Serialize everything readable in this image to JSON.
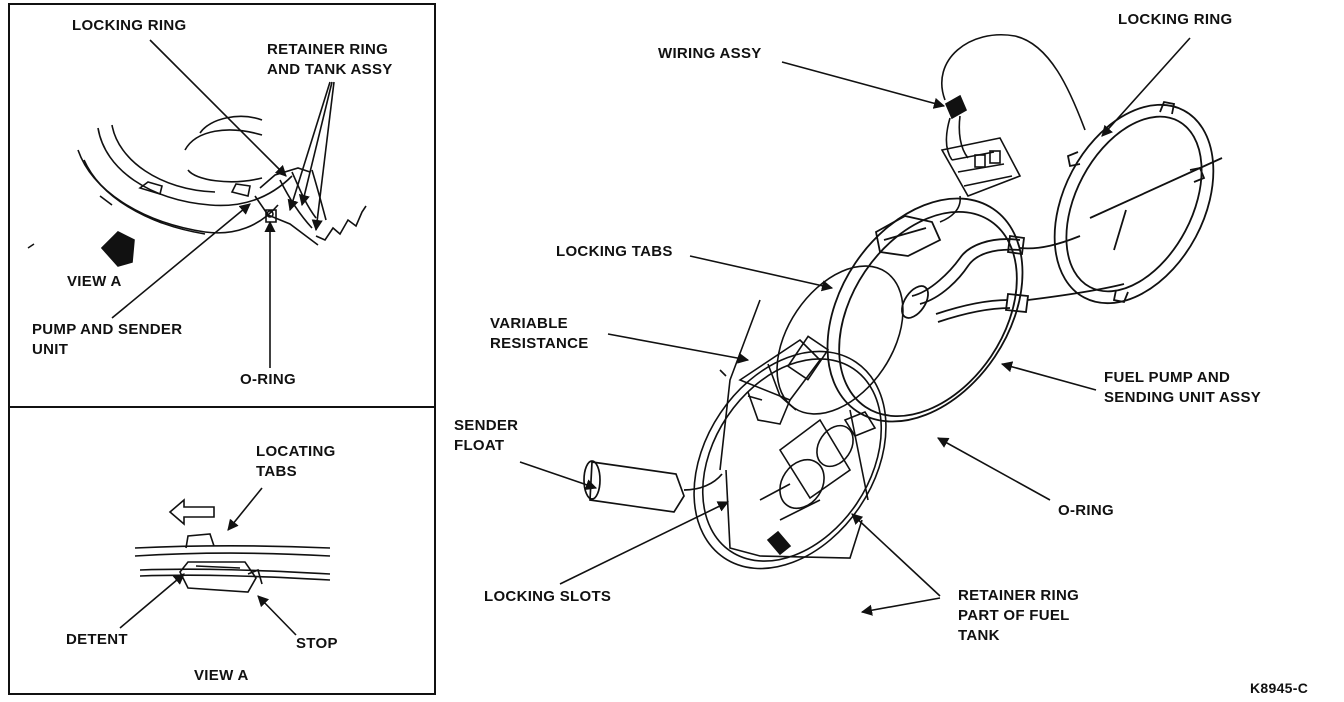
{
  "colors": {
    "ink": "#111111",
    "paper": "#ffffff"
  },
  "inset_top": {
    "locking_ring": "LOCKING RING",
    "retainer_ring_1": "RETAINER RING",
    "retainer_ring_2": "AND TANK ASSY",
    "view_a": "VIEW A",
    "pump_sender_1": "PUMP AND SENDER",
    "pump_sender_2": "UNIT",
    "o_ring": "O-RING"
  },
  "inset_bottom": {
    "locating_tabs_1": "LOCATING",
    "locating_tabs_2": "TABS",
    "detent": "DETENT",
    "stop": "STOP",
    "view_a": "VIEW A"
  },
  "main": {
    "wiring_assy": "WIRING ASSY",
    "locking_ring": "LOCKING RING",
    "locking_tabs": "LOCKING TABS",
    "variable_resistance_1": "VARIABLE",
    "variable_resistance_2": "RESISTANCE",
    "sender_float_1": "SENDER",
    "sender_float_2": "FLOAT",
    "fuel_pump_1": "FUEL PUMP AND",
    "fuel_pump_2": "SENDING UNIT ASSY",
    "o_ring": "O-RING",
    "locking_slots": "LOCKING SLOTS",
    "retainer_ring_1": "RETAINER RING",
    "retainer_ring_2": "PART OF FUEL",
    "retainer_ring_3": "TANK"
  },
  "figure_id": "K8945-C"
}
